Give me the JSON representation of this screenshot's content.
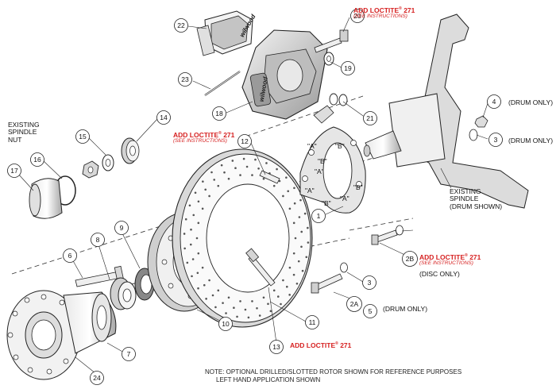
{
  "callouts": [
    "22",
    "20",
    "23",
    "19",
    "18",
    "21",
    "4",
    "3",
    "14",
    "15",
    "16",
    "17",
    "12",
    "1",
    "2B",
    "8",
    "9",
    "6",
    "3",
    "2A",
    "5",
    "10",
    "11",
    "13",
    "7",
    "24"
  ],
  "labels": {
    "existing_spindle_nut": [
      "EXISTING",
      "SPINDLE",
      "NUT"
    ],
    "drum_only_4": "(DRUM ONLY)",
    "drum_only_3": "(DRUM ONLY)",
    "existing_spindle": [
      "EXISTING",
      "SPINDLE",
      "(DRUM SHOWN)"
    ],
    "disc_only": "(DISC ONLY)",
    "drum_only_5": "(DRUM ONLY)"
  },
  "loctite": {
    "text": "ADD LOCTITE",
    "reg": "®",
    "num": "271",
    "sub": "(SEE INSTRUCTIONS)"
  },
  "bracket_marks": [
    "\"A\"",
    "\"A\"",
    "\"A\"",
    "\"A\"",
    "\"B\"",
    "\"B\"",
    "\"B\"",
    "\"B\""
  ],
  "logo": "wilwood",
  "note": [
    "NOTE: OPTIONAL DRILLED/SLOTTED ROTOR SHOWN FOR REFERENCE PURPOSES",
    "LEFT HAND APPLICATION SHOWN"
  ],
  "colors": {
    "loctite": "#d62020",
    "line": "#222222",
    "shade": "#c8c8c8"
  }
}
